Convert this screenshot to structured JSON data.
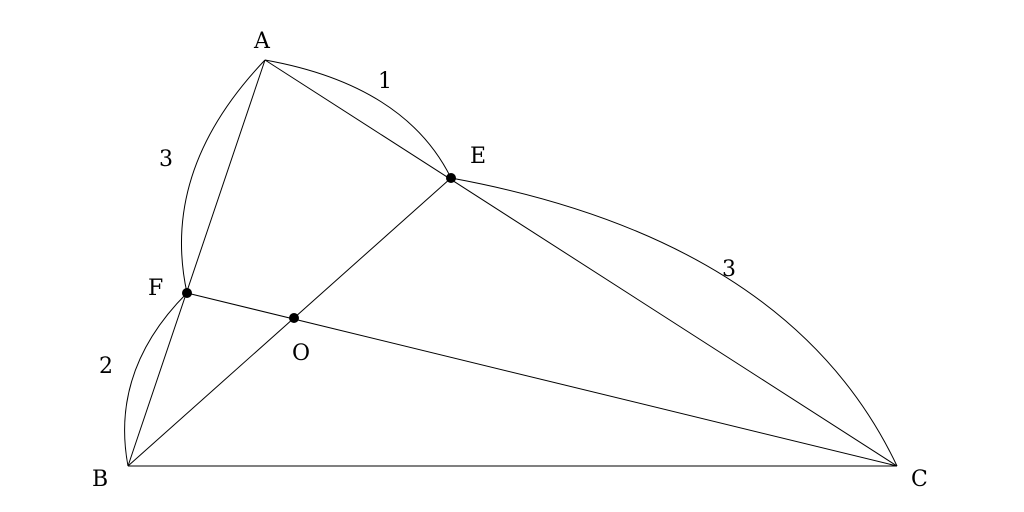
{
  "diagram": {
    "points": {
      "A": "A",
      "B": "B",
      "C": "C",
      "E": "E",
      "F": "F",
      "O": "O"
    },
    "arc_labels": {
      "AE": "1",
      "AF": "3",
      "EC": "3",
      "FB": "2"
    },
    "colors": {
      "stroke": "#000000",
      "background": "#ffffff"
    }
  }
}
